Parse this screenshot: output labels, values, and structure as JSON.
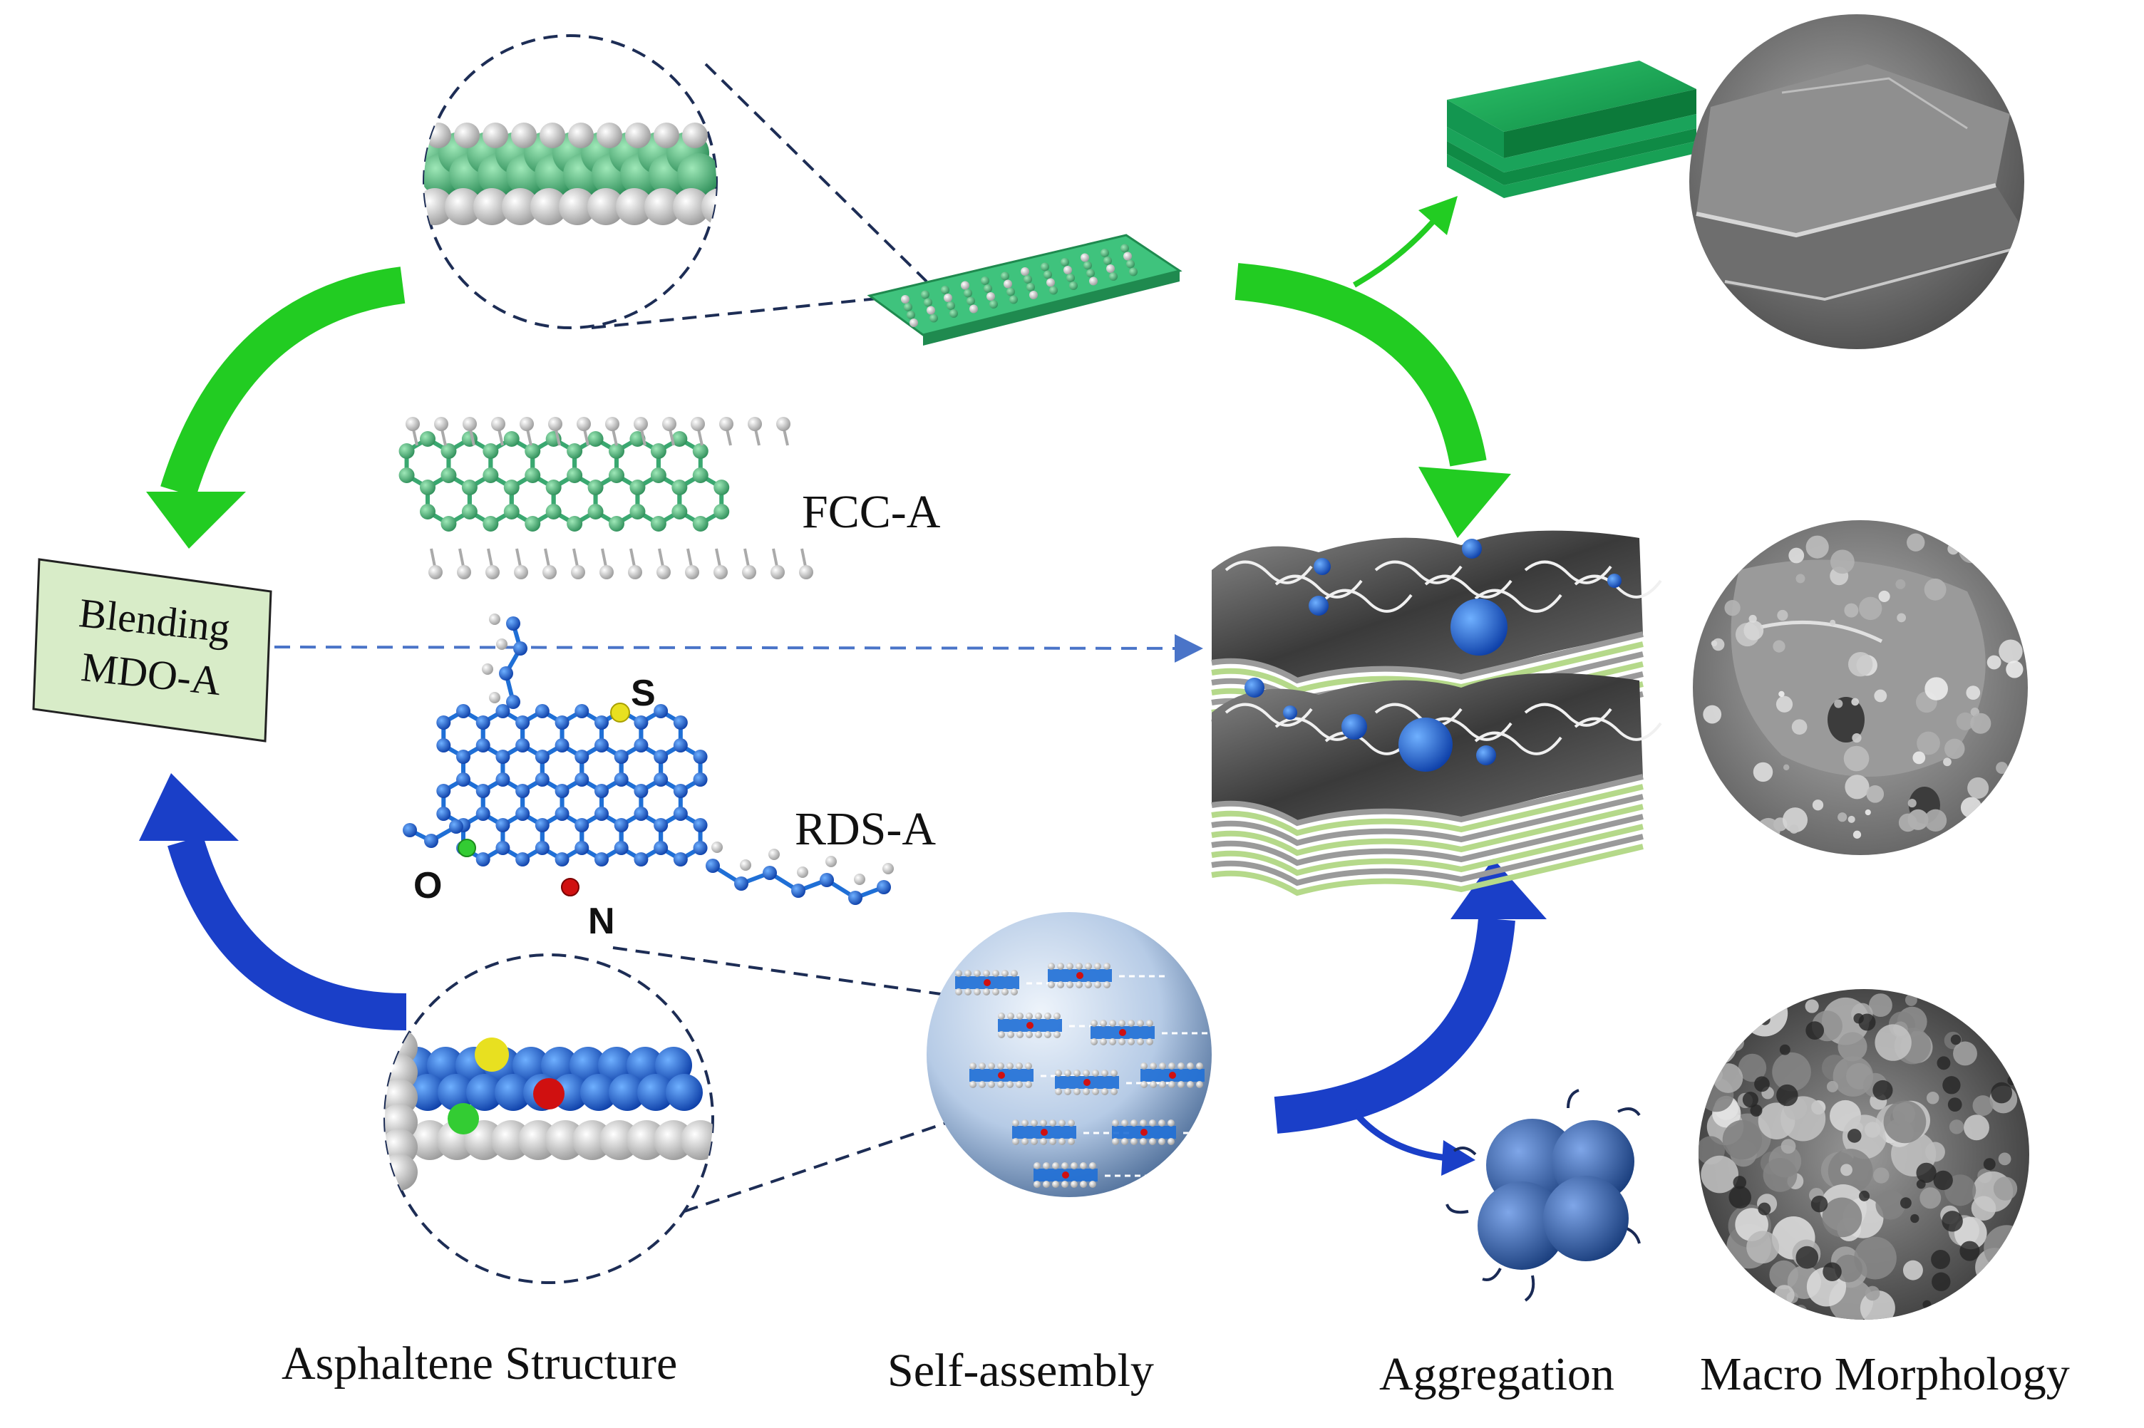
{
  "blend_box": {
    "line1": "Blending",
    "line2": "MDO-A"
  },
  "molecules": {
    "fcc": {
      "label": "FCC-A"
    },
    "rds": {
      "label": "RDS-A",
      "atoms": {
        "s": "S",
        "o": "O",
        "n": "N"
      }
    }
  },
  "captions": {
    "structure": "Asphaltene Structure",
    "self_assembly": "Self-assembly",
    "aggregation": "Aggregation",
    "morphology": "Macro Morphology"
  },
  "colors": {
    "green_arrow": "#22cc22",
    "blue_arrow": "#1a3fc8",
    "fcc_atom": "#3aa870",
    "rds_atom": "#1f6fd6",
    "hydrogen": "#e6e6e6",
    "sulfur": "#e8e020",
    "oxygen": "#33cc33",
    "nitrogen": "#d01010",
    "box_fill": "#d8ecc8",
    "sem_gray": "#7a7a7a"
  }
}
